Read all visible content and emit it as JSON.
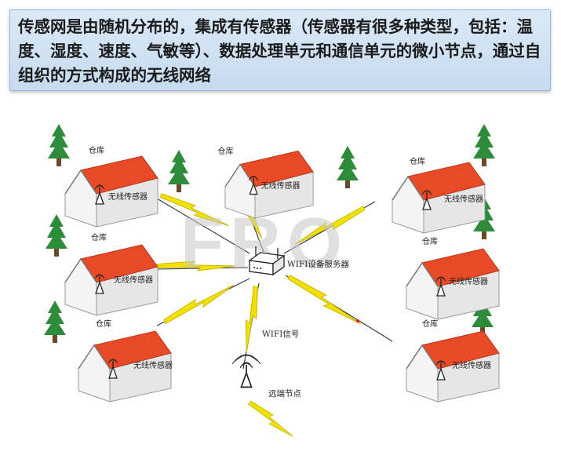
{
  "banner": {
    "text": "传感网是由随机分布的，集成有传感器（传感器有很多种类型，包括：温度、湿度、速度、气敏等）、数据处理单元和通信单元的微小节点，通过自组织的方式构成的无线网络"
  },
  "diagram": {
    "watermark": "FRO",
    "warehouse_label": "仓库",
    "sensor_label": "无线传感器",
    "server_label": "WIFI设备服务器",
    "signal_label": "WIFI信号",
    "remote_label": "远端节点",
    "colors": {
      "roof": "#e84a27",
      "wall": "#f2f2f2",
      "tree": "#2e8b3a",
      "lightning": "#f2e100",
      "trunk": "#6b4a2a"
    }
  }
}
